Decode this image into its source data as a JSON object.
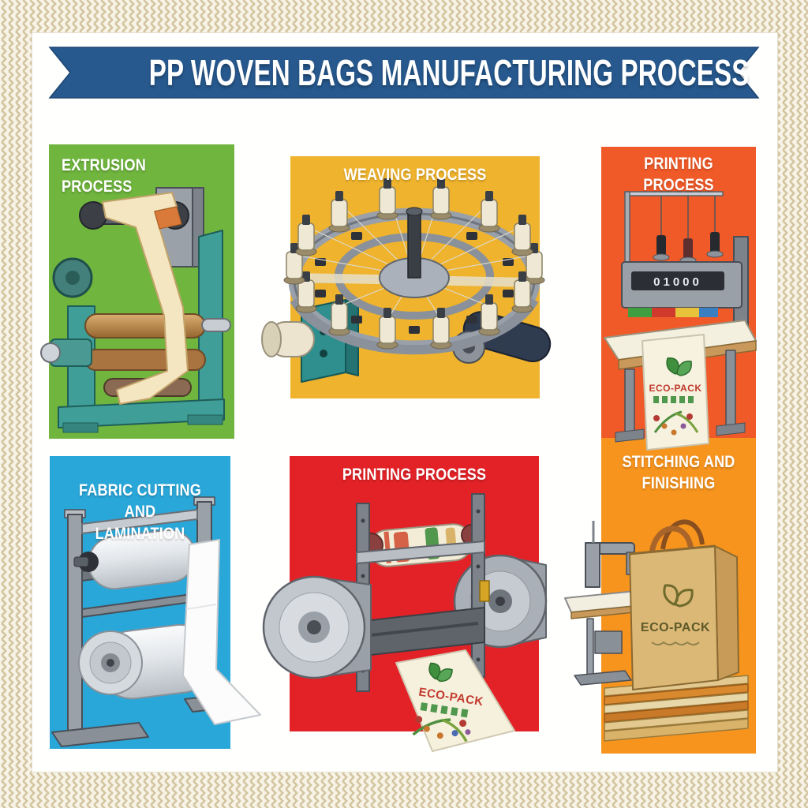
{
  "page": {
    "pattern": "chevron-herringbone-border",
    "pattern_color": "#d3c5a0",
    "pattern_bg": "#f7f3e6",
    "card_color": "#ffffff"
  },
  "banner": {
    "title": "PP WOVEN BAGS MANUFACTURING PROCESS",
    "color": "#27598e",
    "text_color": "#ffffff"
  },
  "panels": [
    {
      "id": "extrusion",
      "title": "EXTRUSION PROCESS",
      "color": "#6fb53e",
      "illustration": "film-extrusion-machine"
    },
    {
      "id": "weaving",
      "title": "WEAVING PROCESS",
      "color": "#efb32d",
      "illustration": "circular-weaving-loom"
    },
    {
      "id": "printing-top",
      "title": "PRINTING PROCESS",
      "color": "#f05a28",
      "illustration": "printing-table-machine",
      "display_value": "01000",
      "print_label": "ECO-PACK"
    },
    {
      "id": "cutting",
      "title": "FABRIC CUTTING AND LAMINATION",
      "title_line1": "FABRIC CUTTING AND",
      "title_line2": "LAMINATION",
      "color": "#2aa7d9",
      "illustration": "fabric-roll-machine"
    },
    {
      "id": "printing-bottom",
      "title": "PRINTING PROCESS",
      "color": "#e32227",
      "illustration": "roller-printing-press",
      "print_label": "ECO-PACK"
    },
    {
      "id": "stitching",
      "title": "STITCHING AND FINISHING",
      "title_line1": "STITCHING AND",
      "title_line2": "FINISHING",
      "color": "#f7941e",
      "illustration": "sewing-machine-and-bags",
      "bag_label": "ECO-PACK"
    }
  ]
}
